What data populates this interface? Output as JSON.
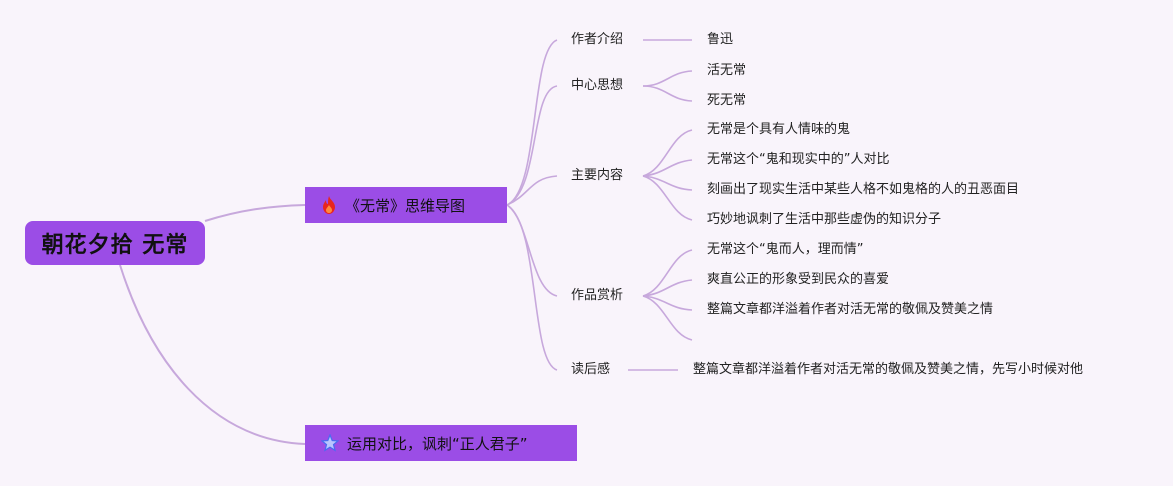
{
  "root": {
    "title": "朝花夕拾 无常"
  },
  "main_topics": [
    {
      "icon": "fire-icon",
      "label": "《无常》思维导图"
    },
    {
      "icon": "star-icon",
      "label": "运用对比，讽刺“正人君子”"
    }
  ],
  "branches": [
    {
      "label": "作者介绍",
      "children": [
        "鲁迅"
      ]
    },
    {
      "label": "中心思想",
      "children": [
        "活无常",
        "死无常"
      ]
    },
    {
      "label": "主要内容",
      "children": [
        "无常是个具有人情味的鬼",
        "无常这个“鬼和现实中的”人对比",
        "刻画出了现实生活中某些人格不如鬼格的人的丑恶面目",
        "巧妙地讽刺了生活中那些虚伪的知识分子"
      ]
    },
    {
      "label": "作品赏析",
      "children": [
        "无常这个“鬼而人，理而情”",
        "爽直公正的形象受到民众的喜爱",
        "整篇文章都洋溢着作者对活无常的敬佩及赞美之情",
        ""
      ]
    },
    {
      "label": "读后感",
      "children": [
        "整篇文章都洋溢着作者对活无常的敬佩及赞美之情，先写小时候对他"
      ]
    }
  ],
  "colors": {
    "accent": "#9b4de6",
    "link": "#c7a8dc",
    "background": "#f9f4fb",
    "fire": "#e8261e",
    "star": "#4a6cf0"
  }
}
